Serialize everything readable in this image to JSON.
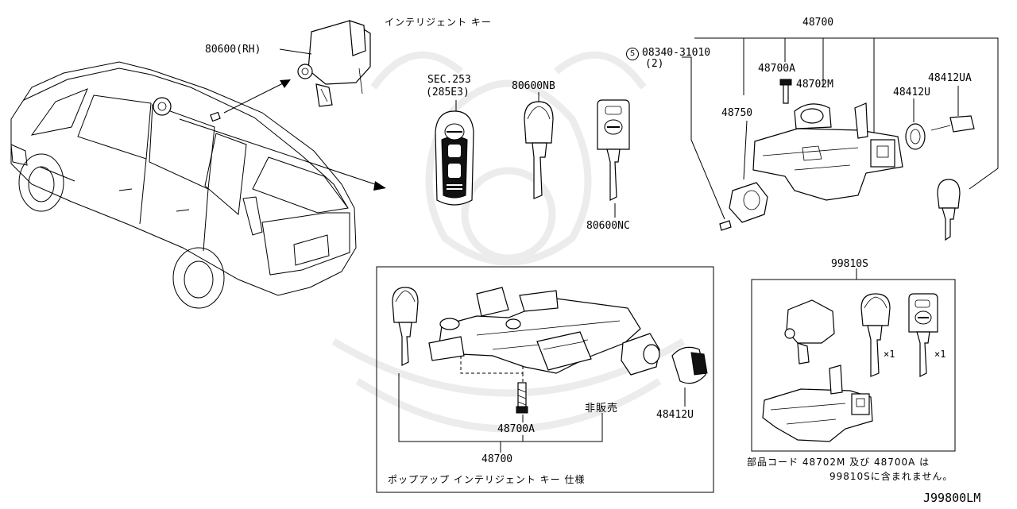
{
  "diagram": {
    "diagram_code": "J99800LM",
    "callouts": {
      "intelligent_key_label": "インテリジェント キー",
      "lock_rh": "80600(RH)",
      "sec_ref_line1": "SEC.253",
      "sec_ref_line2": "(285E3)",
      "key_nb": "80600NB",
      "key_nc": "80600NC",
      "screw_part": "08340-31010",
      "screw_qty": "(2)",
      "assembly_48700": "48700",
      "part_48700a": "48700A",
      "part_48702m": "48702M",
      "part_48750": "48750",
      "part_48412u": "48412U",
      "part_48412ua": "48412UA",
      "screw_symbol": "S"
    },
    "inset_popup": {
      "part_48700a": "48700A",
      "assembly_48700": "48700",
      "not_for_sale": "非販売",
      "part_48412u": "48412U",
      "caption": "ポップアップ インテリジェント キー 仕様"
    },
    "inset_kit": {
      "kit_number": "99810S",
      "qty_key1": "×1",
      "qty_key2": "×1",
      "note_line1": "部品コード 48702M 及び 48700A は",
      "note_line2": "99810Sに含まれません。"
    }
  }
}
